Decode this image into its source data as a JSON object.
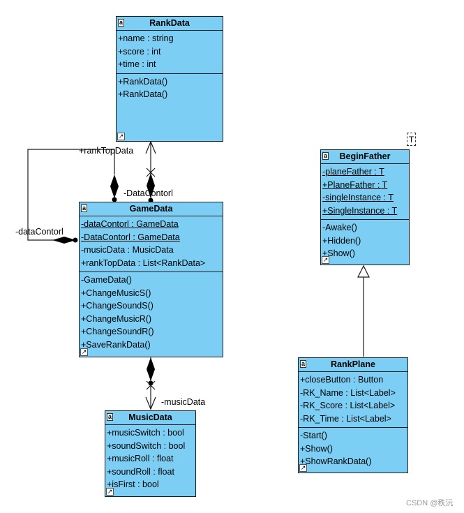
{
  "classes": {
    "rankdata": {
      "name": "RankData",
      "attributes": [
        "+name : string",
        "+score : int",
        "+time : int"
      ],
      "methods": [
        "+RankData()",
        "+RankData()"
      ]
    },
    "gamedata": {
      "name": "GameData",
      "attributes": [
        "-dataContorl : GameData",
        "-DataContorl : GameData",
        "-musicData : MusicData",
        "+rankTopData : List<RankData>"
      ],
      "methods": [
        "-GameData()",
        "+ChangeMusicS()",
        "+ChangeSoundS()",
        "+ChangeMusicR()",
        "+ChangeSoundR()",
        "+SaveRankData()"
      ]
    },
    "musicdata": {
      "name": "MusicData",
      "attributes": [
        "+musicSwitch : bool",
        "+soundSwitch : bool",
        "+musicRoll : float",
        "+soundRoll : float",
        "+isFirst : bool"
      ]
    },
    "beginfather": {
      "name": "BeginFather",
      "type_param": "T",
      "attributes": [
        "-planeFather : T",
        "+PlaneFather : T",
        "-singleInstance : T",
        "+SingleInstance : T"
      ],
      "methods": [
        "-Awake()",
        "+Hidden()",
        "+Show()"
      ]
    },
    "rankplane": {
      "name": "RankPlane",
      "attributes": [
        "+closeButton : Button",
        "-RK_Name : List<Label>",
        "-RK_Score : List<Label>",
        "-RK_Time : List<Label>"
      ],
      "methods": [
        "-Start()",
        "+Show()",
        "+ShowRankData()"
      ]
    }
  },
  "associations": {
    "rank_top_data": "+rankTopData",
    "data_contorl_upper": "-DataContorl",
    "data_contorl_self": "-dataContorl",
    "music_data": "-musicData"
  },
  "watermark": "CSDN @秩沅",
  "colors": {
    "class_fill": "#7ccef4",
    "line": "#1a1a1a"
  }
}
